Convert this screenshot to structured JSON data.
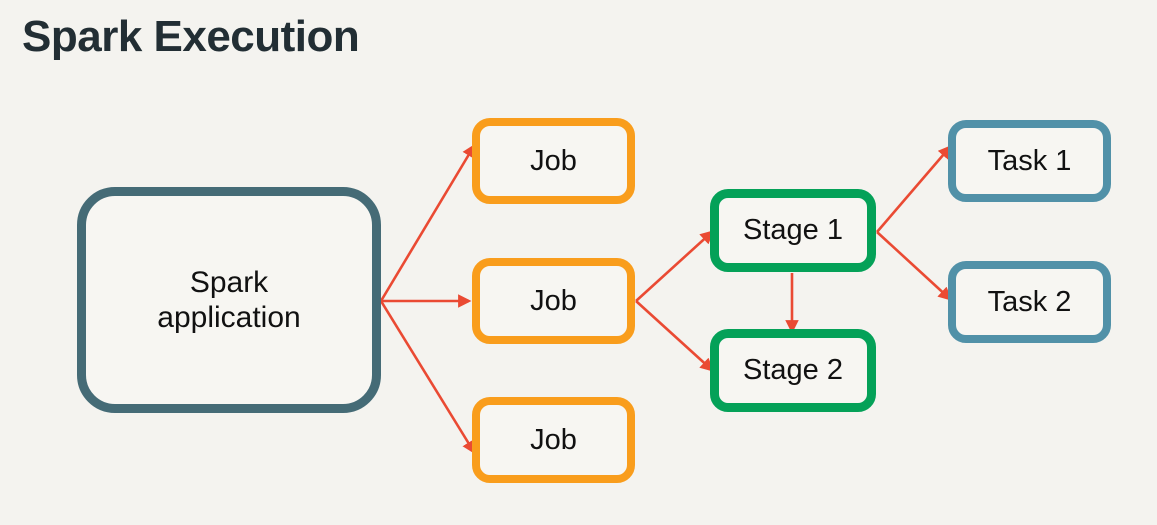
{
  "page": {
    "title": "Spark Execution",
    "background_color": "#f4f3ef",
    "title_color": "#222e34"
  },
  "diagram": {
    "type": "flow-diagram",
    "nodes": [
      {
        "id": "spark-application",
        "label": "Spark\napplication",
        "border_color": "#456b76",
        "group": "application"
      },
      {
        "id": "job-1",
        "label": "Job",
        "border_color": "#f99d1c",
        "group": "job"
      },
      {
        "id": "job-2",
        "label": "Job",
        "border_color": "#f99d1c",
        "group": "job"
      },
      {
        "id": "job-3",
        "label": "Job",
        "border_color": "#f99d1c",
        "group": "job"
      },
      {
        "id": "stage-1",
        "label": "Stage 1",
        "border_color": "#04a158",
        "group": "stage"
      },
      {
        "id": "stage-2",
        "label": "Stage 2",
        "border_color": "#04a158",
        "group": "stage"
      },
      {
        "id": "task-1",
        "label": "Task 1",
        "border_color": "#5191a8",
        "group": "task"
      },
      {
        "id": "task-2",
        "label": "Task 2",
        "border_color": "#5191a8",
        "group": "task"
      }
    ],
    "edges": [
      {
        "from": "spark-application",
        "to": "job-1",
        "color": "#ea4a33"
      },
      {
        "from": "spark-application",
        "to": "job-2",
        "color": "#ea4a33"
      },
      {
        "from": "spark-application",
        "to": "job-3",
        "color": "#ea4a33"
      },
      {
        "from": "job-2",
        "to": "stage-1",
        "color": "#ea4a33"
      },
      {
        "from": "job-2",
        "to": "stage-2",
        "color": "#ea4a33"
      },
      {
        "from": "stage-1",
        "to": "stage-2",
        "color": "#ea4a33"
      },
      {
        "from": "stage-1",
        "to": "task-1",
        "color": "#ea4a33"
      },
      {
        "from": "stage-1",
        "to": "task-2",
        "color": "#ea4a33"
      }
    ],
    "edge_color": "#ea4a33"
  }
}
